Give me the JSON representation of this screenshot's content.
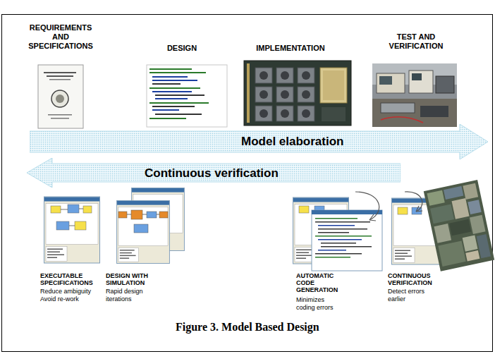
{
  "diagram": {
    "caption": "Figure 3. Model Based Design",
    "nodes": [
      {
        "text": [
          "Model elaboration"
        ]
      },
      {
        "text": [
          "Continuous verification"
        ]
      }
    ],
    "labels": [
      "REQUIREMENTS AND SPECIFICATIONS",
      "DESIGN",
      "IMPLEMENTATION",
      "TEST AND VERIFICATION",
      "EXECUTABLE SPECIFICATIONS",
      "Reduce ambiguity",
      "Avoid re-work",
      "DESIGN WITH SIMULATION",
      "Rapid design iterations",
      "AUTOMATIC CODE GENERATION",
      "Minimizes coding errors",
      "CONTINUOUS VERIFICATION",
      "Detect errors earlier"
    ]
  }
}
